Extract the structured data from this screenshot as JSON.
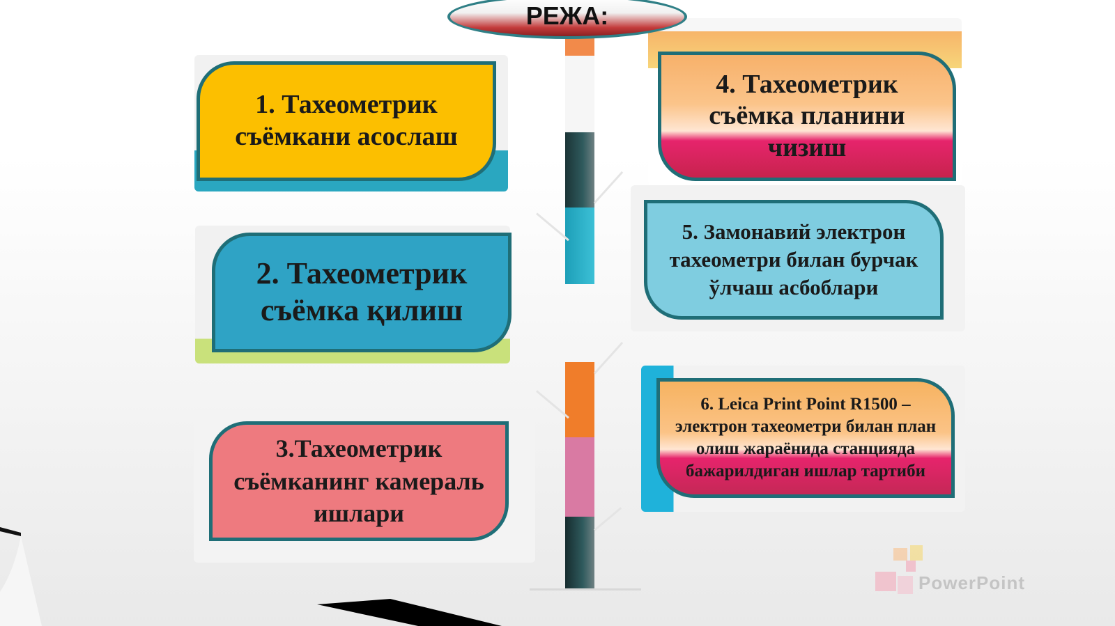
{
  "slide": {
    "title": "РЕЖА:",
    "items": [
      {
        "number": "1",
        "text": "1. Тахеометрик съёмкани асослаш"
      },
      {
        "number": "2",
        "text": "2. Тахеометрик съёмка қилиш"
      },
      {
        "number": "3",
        "text": "3.Тахеометрик съёмканинг камераль ишлари"
      },
      {
        "number": "4",
        "text": "4. Тахеометрик съёмка планини чизиш"
      },
      {
        "number": "5",
        "text": "5. Замонавий электрон тахеометри билан бурчак ўлчаш асбоблари"
      },
      {
        "number": "6",
        "text": "6. Leica Print Point R1500 – электрон тахеометри билан план олиш жараёнида станцияда бажарилдиган ишлар тартиби"
      }
    ],
    "watermark": "PowerPoint"
  },
  "colors": {
    "yellow": "#fcbf00",
    "blue": "#2fa3c5",
    "pink": "#ee7a7f",
    "light_blue": "#7fcde0",
    "magenta": "#e6246c",
    "border_teal": "#1f6e77",
    "trunk_dark": "#1e3b3d",
    "trunk_orange": "#f07d2a"
  }
}
